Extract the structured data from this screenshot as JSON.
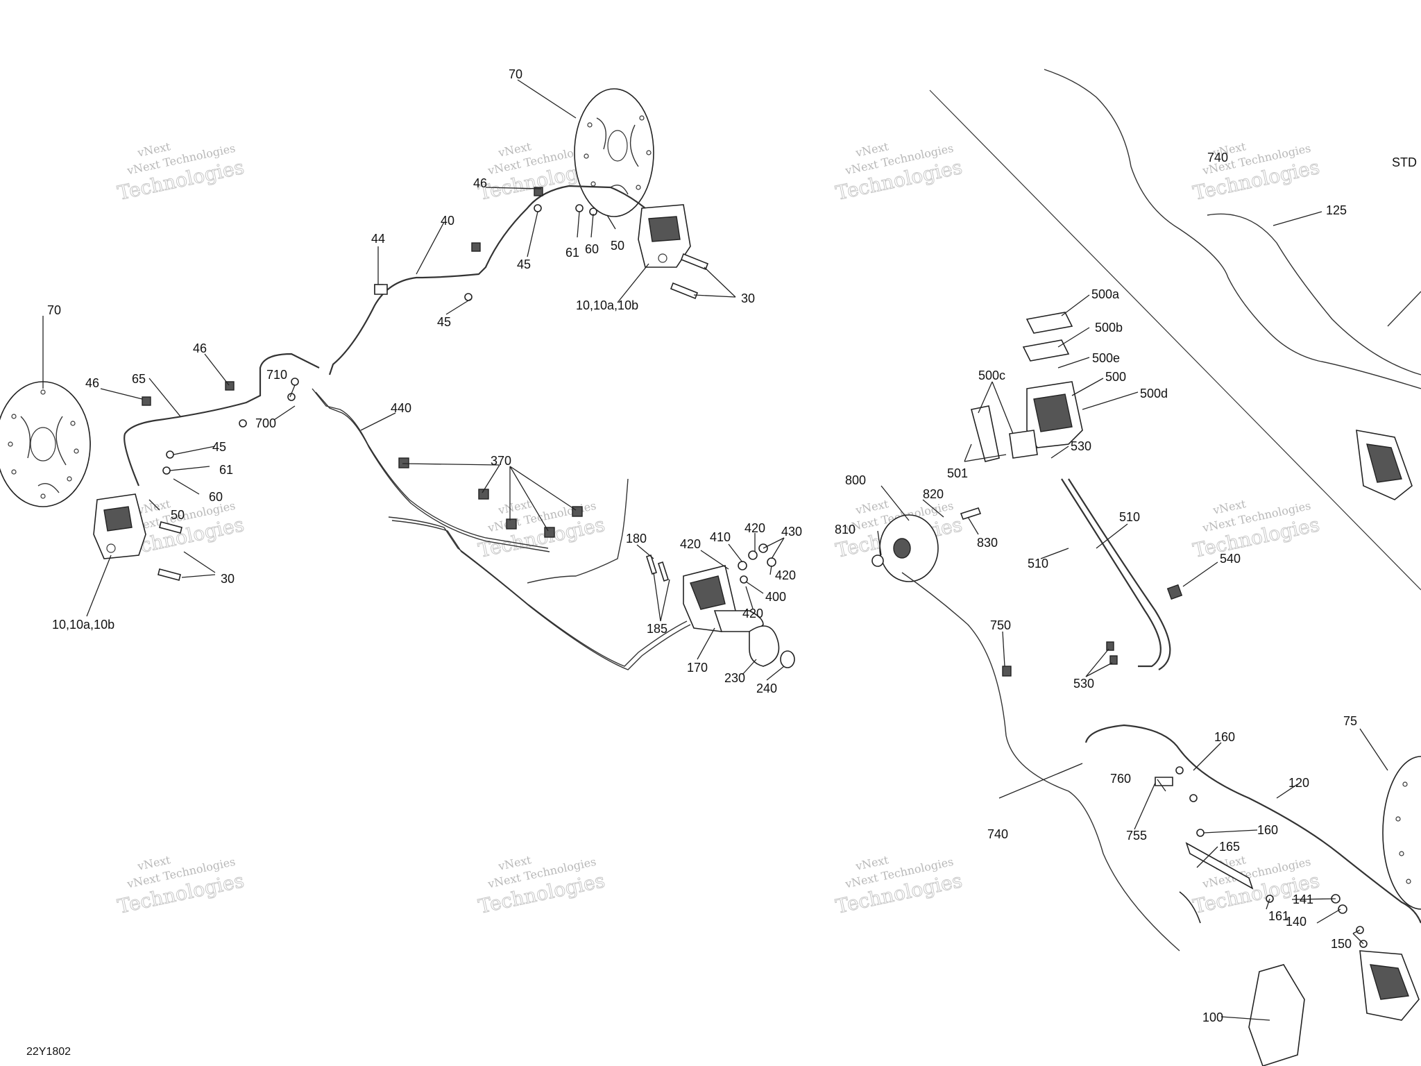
{
  "diagram": {
    "reference": "22Y1802",
    "std_label": "STD",
    "watermark": {
      "line1": "vNext Technologies",
      "line2": "vNext",
      "line3": "Technologies"
    },
    "callouts": [
      "70",
      "46",
      "40",
      "44",
      "45",
      "61",
      "60",
      "50",
      "10,10a,10b",
      "30",
      "70",
      "46",
      "65",
      "46",
      "45",
      "61",
      "60",
      "50",
      "10,10a,10b",
      "30",
      "710",
      "700",
      "440",
      "370",
      "180",
      "185",
      "420",
      "410",
      "420",
      "430",
      "420",
      "400",
      "420",
      "170",
      "230",
      "240",
      "740",
      "125",
      "500a",
      "500b",
      "500e",
      "500c",
      "500",
      "500d",
      "530",
      "501",
      "800",
      "820",
      "810",
      "830",
      "510",
      "510",
      "540",
      "750",
      "530",
      "75",
      "160",
      "760",
      "755",
      "120",
      "740",
      "160",
      "165",
      "141",
      "161",
      "140",
      "150",
      "100",
      "45"
    ]
  }
}
